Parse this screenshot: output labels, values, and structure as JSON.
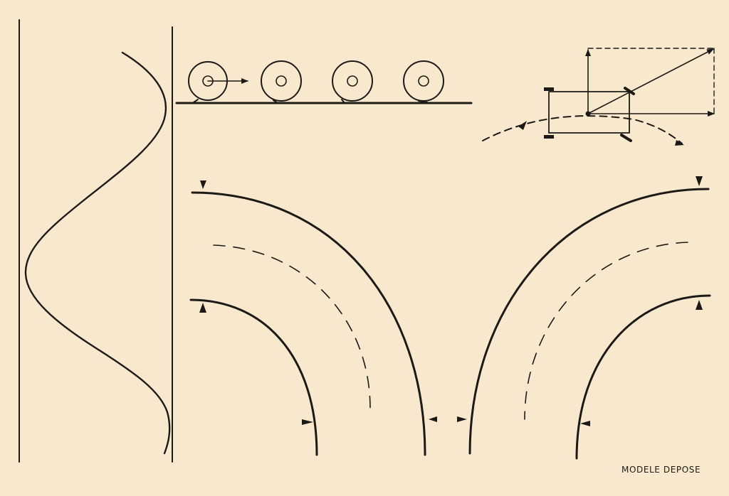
{
  "footer": {
    "mark": "MODELE DEPOSE"
  },
  "palette": {
    "paper": "#f8e9ce",
    "ink": "#1c1a17"
  },
  "panels": {
    "wave": "s-curve-road",
    "rolling": {
      "wheel_count": 4,
      "arrow": "motion-arrow"
    },
    "vector": [
      "vehicle-plan",
      "force-vectors",
      "curved-trajectory"
    ],
    "curves": [
      "road-bend-left",
      "road-bend-right"
    ]
  }
}
